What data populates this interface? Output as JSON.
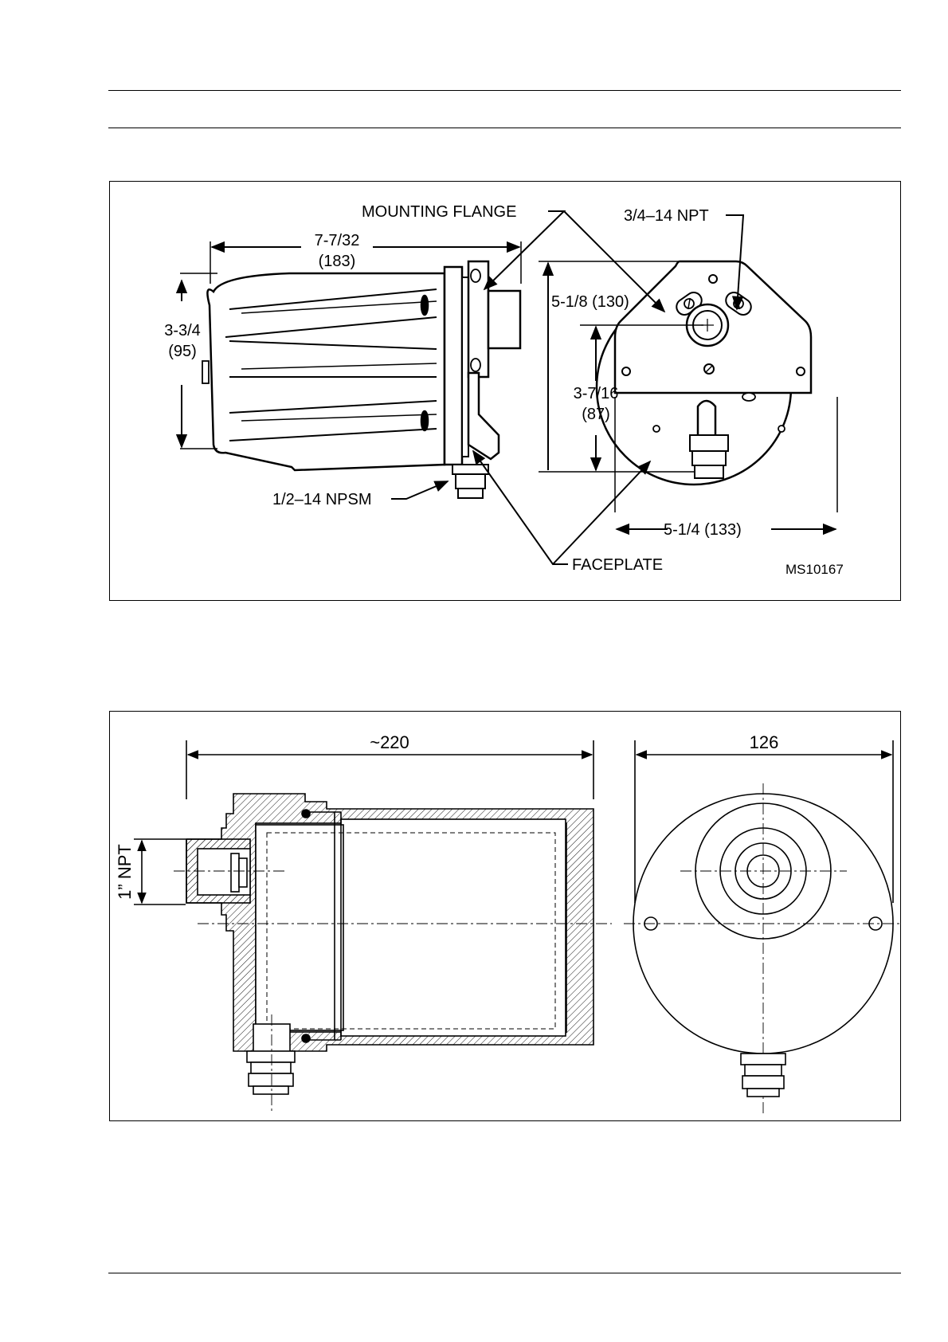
{
  "figure1": {
    "labels": {
      "mounting_flange": "MOUNTING FLANGE",
      "npt_34": "3/4–14 NPT",
      "length_in": "7-7/32",
      "length_mm": "(183)",
      "height_in": "3-3/4",
      "height_mm": "(95)",
      "face_height": "5-1/8 (130)",
      "center_height_in": "3-7/16",
      "center_height_mm": "(87)",
      "npsm": "1/2–14 NPSM",
      "width": "5-1/4 (133)",
      "faceplate": "FACEPLATE",
      "drawing_no": "MS10167"
    }
  },
  "figure2": {
    "labels": {
      "length": "~220",
      "diameter": "126",
      "thread": "1” NPT"
    }
  }
}
